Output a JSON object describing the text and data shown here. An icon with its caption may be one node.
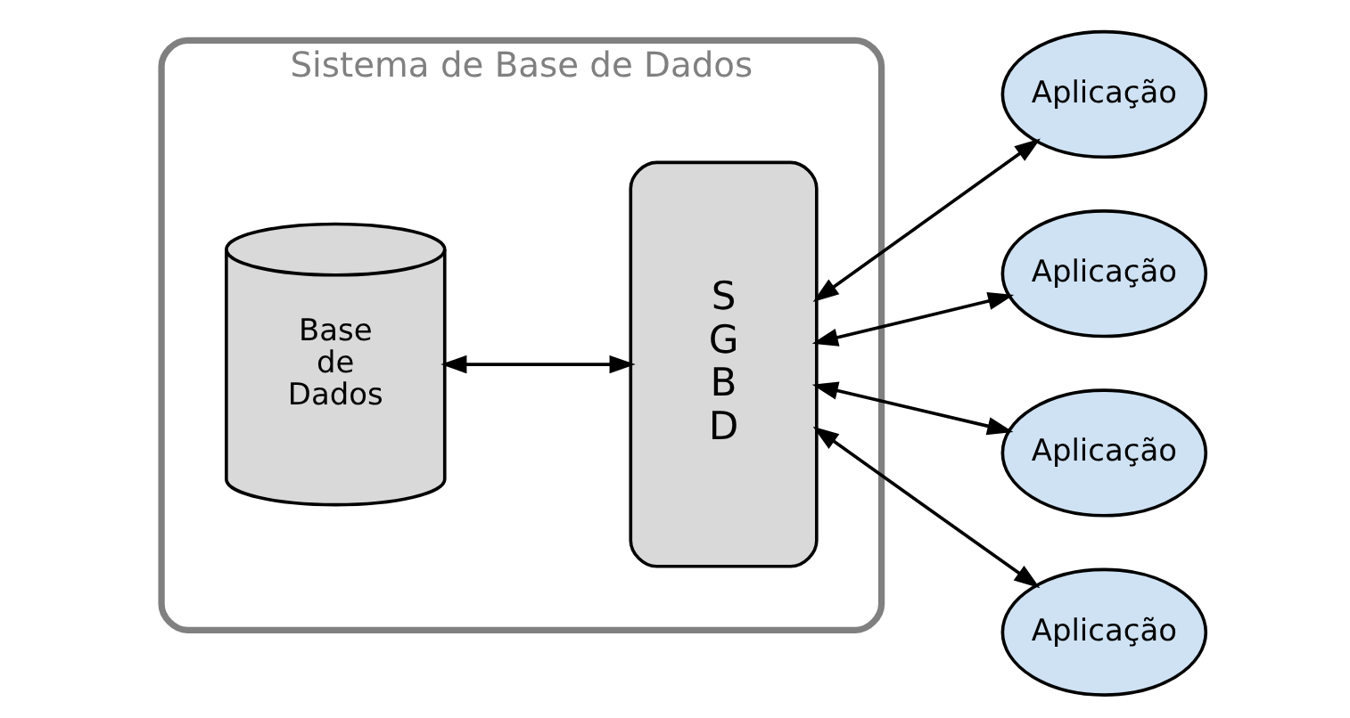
{
  "diagram": {
    "nodes": [
      {
        "text": [
          "Sistema de Base de Dados"
        ]
      },
      {
        "text": [
          "Base de Dados"
        ],
        "in": 0
      },
      {
        "text": [
          "S G B D"
        ],
        "in": 0
      },
      {
        "text": [
          "Aplicação"
        ]
      },
      {
        "text": [
          "Aplicação"
        ]
      },
      {
        "text": [
          "Aplicação"
        ]
      },
      {
        "text": [
          "Aplicação"
        ]
      }
    ],
    "edges": [
      {
        "from": 1,
        "to": 2,
        "arrow": "both"
      },
      {
        "from": 2,
        "to": 3,
        "arrow": "both"
      },
      {
        "from": 2,
        "to": 4,
        "arrow": "both"
      },
      {
        "from": 2,
        "to": 5,
        "arrow": "both"
      },
      {
        "from": 2,
        "to": 6,
        "arrow": "both"
      }
    ]
  }
}
